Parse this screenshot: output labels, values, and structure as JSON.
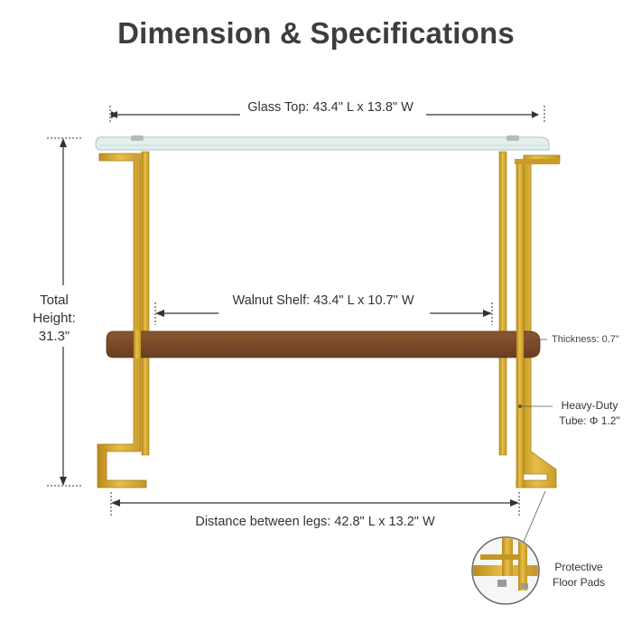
{
  "title": "Dimension & Specifications",
  "dimensions": {
    "glass_top": "Glass Top: 43.4\" L x 13.8\" W",
    "walnut_shelf": "Walnut Shelf: 43.4\" L x 10.7\" W",
    "legs_distance": "Distance between legs: 42.8\" L x 13.2\" W",
    "total_height_line1": "Total",
    "total_height_line2": "Height:",
    "total_height_line3": "31.3\""
  },
  "specs": {
    "thickness": "Thickness: 0.7\"",
    "tube_line1": "Heavy-Duty",
    "tube_line2": "Tube: Φ 1.2\"",
    "pads_line1": "Protective",
    "pads_line2": "Floor Pads"
  },
  "colors": {
    "gold": "#d4a72c",
    "gold_dark": "#b8891a",
    "walnut": "#7a4a2a",
    "glass": "#e8f1f0",
    "dim_line": "#333333"
  }
}
